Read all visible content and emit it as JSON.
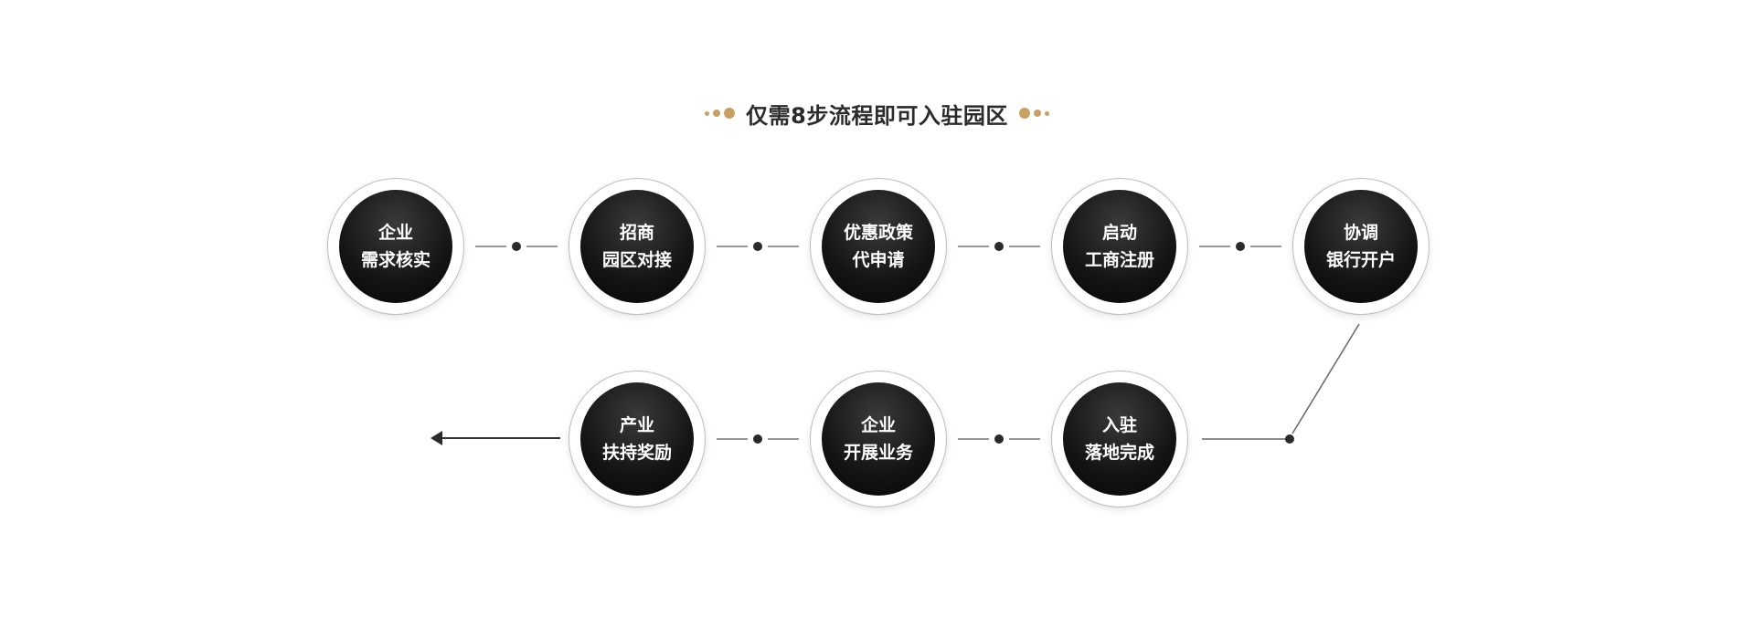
{
  "title": "仅需8步流程即可入驻园区",
  "accent_color": "#c9a063",
  "steps": [
    {
      "line1": "企业",
      "line2": "需求核实"
    },
    {
      "line1": "招商",
      "line2": "园区对接"
    },
    {
      "line1": "优惠政策",
      "line2": "代申请"
    },
    {
      "line1": "启动",
      "line2": "工商注册"
    },
    {
      "line1": "协调",
      "line2": "银行开户"
    },
    {
      "line1": "入驻",
      "line2": "落地完成"
    },
    {
      "line1": "企业",
      "line2": "开展业务"
    },
    {
      "line1": "产业",
      "line2": "扶持奖励"
    }
  ]
}
